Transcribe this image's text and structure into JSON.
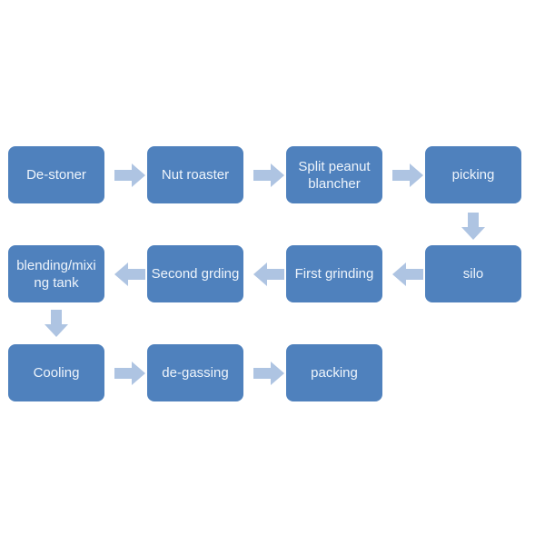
{
  "flow": {
    "node_fill_color": "#4f81bd",
    "node_text_color": "#eef4fb",
    "arrow_color": "#aec4e2",
    "background_color": "#ffffff",
    "nodes": [
      {
        "id": "de-stoner",
        "label": "De-stoner"
      },
      {
        "id": "nut-roaster",
        "label": "Nut roaster"
      },
      {
        "id": "split-peanut-blancher",
        "label": "Split peanut\nblancher"
      },
      {
        "id": "picking",
        "label": "picking"
      },
      {
        "id": "silo",
        "label": "silo"
      },
      {
        "id": "first-grinding",
        "label": "First grinding"
      },
      {
        "id": "second-grding",
        "label": "Second grding"
      },
      {
        "id": "blending-mixing-tank",
        "label": "blending/mixi\nng tank"
      },
      {
        "id": "cooling",
        "label": "Cooling"
      },
      {
        "id": "de-gassing",
        "label": "de-gassing"
      },
      {
        "id": "packing",
        "label": "packing"
      }
    ],
    "connections": [
      {
        "from": "De-stoner",
        "to": "Nut roaster",
        "direction": "right"
      },
      {
        "from": "Nut roaster",
        "to": "Split peanut blancher",
        "direction": "right"
      },
      {
        "from": "Split peanut blancher",
        "to": "picking",
        "direction": "right"
      },
      {
        "from": "picking",
        "to": "silo",
        "direction": "down"
      },
      {
        "from": "silo",
        "to": "First grinding",
        "direction": "left"
      },
      {
        "from": "First grinding",
        "to": "Second grding",
        "direction": "left"
      },
      {
        "from": "Second grding",
        "to": "blending/mixing tank",
        "direction": "left"
      },
      {
        "from": "blending/mixing tank",
        "to": "Cooling",
        "direction": "down"
      },
      {
        "from": "Cooling",
        "to": "de-gassing",
        "direction": "right"
      },
      {
        "from": "de-gassing",
        "to": "packing",
        "direction": "right"
      }
    ]
  }
}
